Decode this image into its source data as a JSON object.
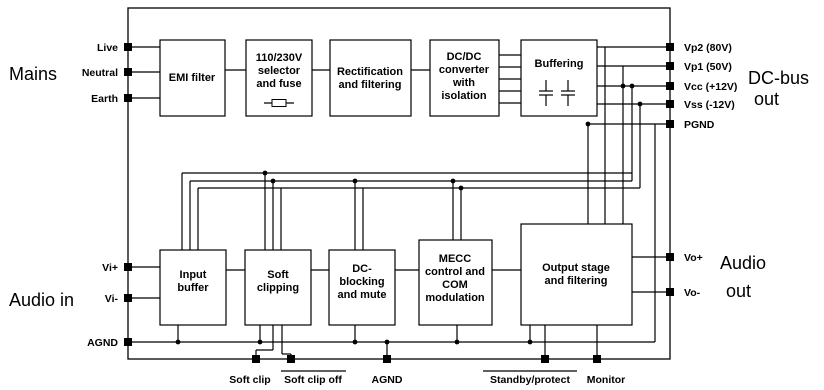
{
  "diagram": {
    "groups": {
      "mains": "Mains",
      "dcbus": [
        "DC-bus",
        "out"
      ],
      "audio_in": "Audio in",
      "audio_out": [
        "Audio",
        "out"
      ]
    },
    "blocks": {
      "emi": [
        "EMI filter"
      ],
      "selector": [
        "110/230V",
        "selector",
        "and fuse"
      ],
      "rect": [
        "Rectification",
        "and filtering"
      ],
      "dcdc": [
        "DC/DC",
        "converter",
        "with",
        "isolation"
      ],
      "buffering": [
        "Buffering"
      ],
      "input_buffer": [
        "Input",
        "buffer"
      ],
      "soft_clipping": [
        "Soft",
        "clipping"
      ],
      "dc_blocking": [
        "DC-",
        "blocking",
        "and mute"
      ],
      "mecc": [
        "MECC",
        "control and",
        "COM",
        "modulation"
      ],
      "output_stage": [
        "Output stage",
        "and filtering"
      ]
    },
    "pins_left": {
      "live": "Live",
      "neutral": "Neutral",
      "earth": "Earth",
      "vi_plus": "Vi+",
      "vi_minus": "Vi-",
      "agnd": "AGND"
    },
    "pins_right": {
      "vp2": "Vp2 (80V)",
      "vp1": "Vp1 (50V)",
      "vcc": "Vcc (+12V)",
      "vss": "Vss (-12V)",
      "pgnd": "PGND",
      "vo_plus": "Vo+",
      "vo_minus": "Vo-"
    },
    "pins_bottom": {
      "soft_clip": "Soft clip",
      "soft_clip_off": "Soft clip off",
      "agnd": "AGND",
      "standby": "Standby/protect",
      "monitor": "Monitor"
    }
  }
}
